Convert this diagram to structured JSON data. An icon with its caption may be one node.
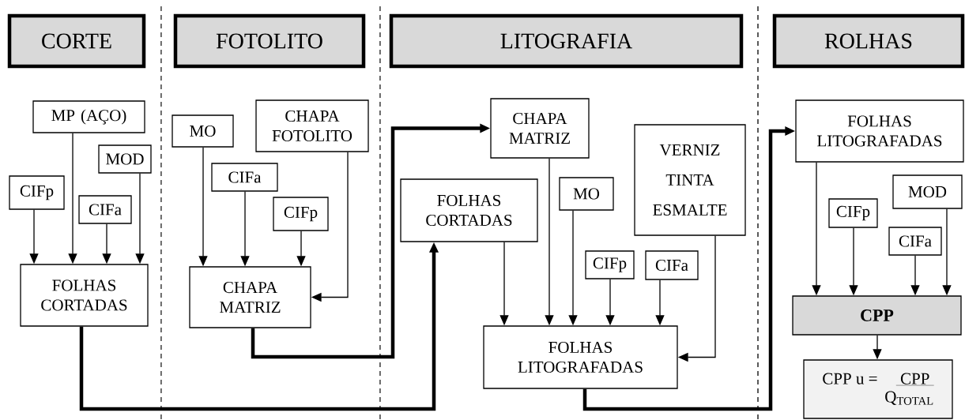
{
  "diagram": {
    "nodes": [
      {
        "text": [
          "CORTE"
        ]
      },
      {
        "text": [
          "FOTOLITO"
        ]
      },
      {
        "text": [
          "LITOGRAFIA"
        ]
      },
      {
        "text": [
          "ROLHAS"
        ]
      },
      {
        "text": [
          "MP (AÇO)"
        ]
      },
      {
        "text": [
          "MOD"
        ]
      },
      {
        "text": [
          "CIFp"
        ]
      },
      {
        "text": [
          "CIFa"
        ]
      },
      {
        "text": [
          "FOLHAS CORTADAS"
        ]
      },
      {
        "text": [
          "MO"
        ]
      },
      {
        "text": [
          "CHAPA FOTOLITO"
        ]
      },
      {
        "text": [
          "CIFa"
        ]
      },
      {
        "text": [
          "CIFp"
        ]
      },
      {
        "text": [
          "CHAPA MATRIZ"
        ]
      },
      {
        "text": [
          "CHAPA MATRIZ"
        ]
      },
      {
        "text": [
          "FOLHAS CORTADAS"
        ]
      },
      {
        "text": [
          "MO"
        ]
      },
      {
        "text": [
          "VERNIZ TINTA ESMALTE"
        ]
      },
      {
        "text": [
          "CIFp"
        ]
      },
      {
        "text": [
          "CIFa"
        ]
      },
      {
        "text": [
          "FOLHAS LITOGRAFADAS"
        ]
      },
      {
        "text": [
          "FOLHAS LITOGRAFADAS"
        ]
      },
      {
        "text": [
          "CIFp"
        ]
      },
      {
        "text": [
          "MOD"
        ]
      },
      {
        "text": [
          "CIFa"
        ]
      },
      {
        "text": [
          "CPP"
        ]
      },
      {
        "text": [
          "CPP u =",
          "CPP",
          "Q$_{TOTAL}$"
        ]
      }
    ],
    "edges": [
      {
        "from": 6,
        "to": 8,
        "arrow": "to"
      },
      {
        "from": 4,
        "to": 8,
        "arrow": "to"
      },
      {
        "from": 7,
        "to": 8,
        "arrow": "to"
      },
      {
        "from": 5,
        "to": 8,
        "arrow": "to"
      },
      {
        "from": 9,
        "to": 13,
        "arrow": "to"
      },
      {
        "from": 11,
        "to": 13,
        "arrow": "to"
      },
      {
        "from": 12,
        "to": 13,
        "arrow": "to"
      },
      {
        "from": 10,
        "to": 13,
        "arrow": "to"
      },
      {
        "from": 8,
        "to": 15,
        "arrow": "to",
        "style": "thick"
      },
      {
        "from": 13,
        "to": 14,
        "arrow": "to",
        "style": "thick"
      },
      {
        "from": 15,
        "to": 20,
        "arrow": "to"
      },
      {
        "from": 14,
        "to": 20,
        "arrow": "to"
      },
      {
        "from": 16,
        "to": 20,
        "arrow": "to"
      },
      {
        "from": 18,
        "to": 20,
        "arrow": "to"
      },
      {
        "from": 19,
        "to": 20,
        "arrow": "to"
      },
      {
        "from": 17,
        "to": 20,
        "arrow": "to"
      },
      {
        "from": 20,
        "to": 21,
        "arrow": "to",
        "style": "thick"
      },
      {
        "from": 21,
        "to": 25,
        "arrow": "to"
      },
      {
        "from": 22,
        "to": 25,
        "arrow": "to"
      },
      {
        "from": 24,
        "to": 25,
        "arrow": "to"
      },
      {
        "from": 23,
        "to": 25,
        "arrow": "to"
      },
      {
        "from": 25,
        "to": 26,
        "arrow": "to"
      }
    ]
  }
}
